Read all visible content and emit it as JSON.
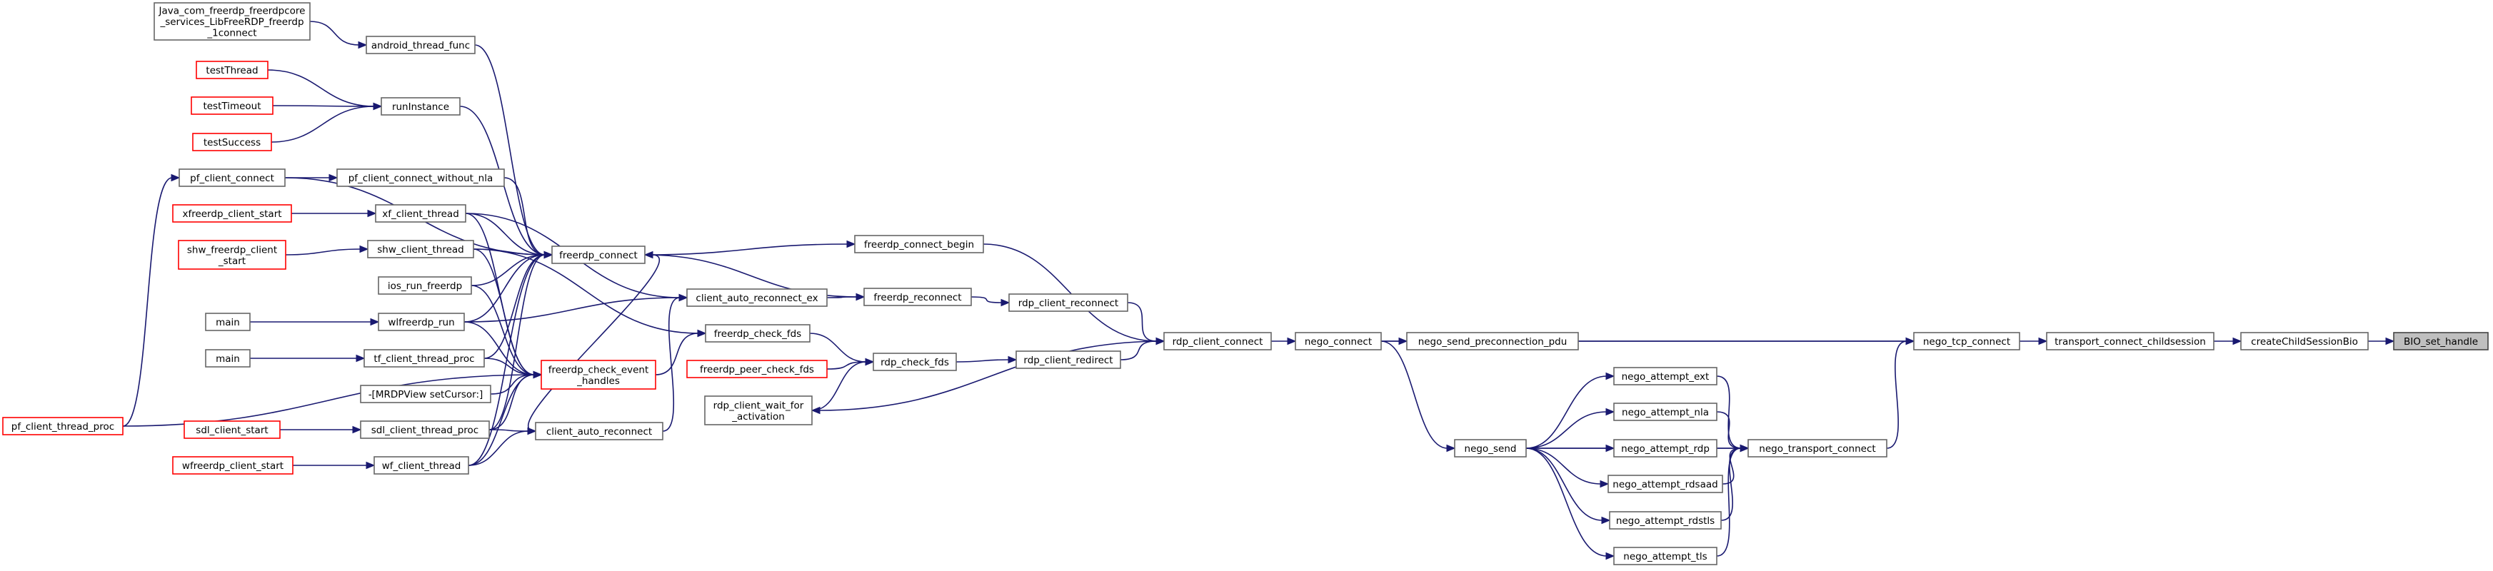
{
  "colors": {
    "edge": "#191970",
    "node_border": "#666666",
    "red_border": "#ff0000",
    "current_fill": "#bfbfbf"
  },
  "nodes": {
    "java_connect": {
      "lines": [
        "Java_com_freerdp_freerdpcore",
        "_services_LibFreeRDP_freerdp",
        "_1connect"
      ]
    },
    "android_thread_func": {
      "lines": [
        "android_thread_func"
      ]
    },
    "testThread": {
      "lines": [
        "testThread"
      ],
      "red": true
    },
    "testTimeout": {
      "lines": [
        "testTimeout"
      ],
      "red": true
    },
    "testSuccess": {
      "lines": [
        "testSuccess"
      ],
      "red": true
    },
    "runInstance": {
      "lines": [
        "runInstance"
      ]
    },
    "pf_client_connect": {
      "lines": [
        "pf_client_connect"
      ]
    },
    "pf_client_connect_without_nla": {
      "lines": [
        "pf_client_connect_without_nla"
      ]
    },
    "xfreerdp_client_start": {
      "lines": [
        "xfreerdp_client_start"
      ],
      "red": true
    },
    "xf_client_thread": {
      "lines": [
        "xf_client_thread"
      ]
    },
    "shw_freerdp_client_start": {
      "lines": [
        "shw_freerdp_client",
        "_start"
      ],
      "red": true
    },
    "shw_client_thread": {
      "lines": [
        "shw_client_thread"
      ]
    },
    "pf_client_thread_proc": {
      "lines": [
        "pf_client_thread_proc"
      ],
      "red": true
    },
    "ios_run_freerdp": {
      "lines": [
        "ios_run_freerdp"
      ]
    },
    "main1": {
      "lines": [
        "main"
      ]
    },
    "wlfreerdp_run": {
      "lines": [
        "wlfreerdp_run"
      ]
    },
    "main2": {
      "lines": [
        "main"
      ]
    },
    "tf_client_thread_proc": {
      "lines": [
        "tf_client_thread_proc"
      ]
    },
    "mrdpview": {
      "lines": [
        "-[MRDPView setCursor:]"
      ]
    },
    "sdl_client_start": {
      "lines": [
        "sdl_client_start"
      ],
      "red": true
    },
    "sdl_client_thread_proc": {
      "lines": [
        "sdl_client_thread_proc"
      ]
    },
    "wfreerdp_client_start": {
      "lines": [
        "wfreerdp_client_start"
      ],
      "red": true
    },
    "wf_client_thread": {
      "lines": [
        "wf_client_thread"
      ]
    },
    "freerdp_connect": {
      "lines": [
        "freerdp_connect"
      ]
    },
    "freerdp_check_event_handles": {
      "lines": [
        "freerdp_check_event",
        "_handles"
      ],
      "red": true
    },
    "client_auto_reconnect": {
      "lines": [
        "client_auto_reconnect"
      ]
    },
    "client_auto_reconnect_ex": {
      "lines": [
        "client_auto_reconnect_ex"
      ]
    },
    "freerdp_check_fds": {
      "lines": [
        "freerdp_check_fds"
      ]
    },
    "freerdp_peer_check_fds": {
      "lines": [
        "freerdp_peer_check_fds"
      ],
      "red": true
    },
    "rdp_client_wait_for_activation": {
      "lines": [
        "rdp_client_wait_for",
        "_activation"
      ]
    },
    "freerdp_connect_begin": {
      "lines": [
        "freerdp_connect_begin"
      ]
    },
    "freerdp_reconnect": {
      "lines": [
        "freerdp_reconnect"
      ]
    },
    "rdp_check_fds": {
      "lines": [
        "rdp_check_fds"
      ]
    },
    "rdp_client_reconnect": {
      "lines": [
        "rdp_client_reconnect"
      ]
    },
    "rdp_client_redirect": {
      "lines": [
        "rdp_client_redirect"
      ]
    },
    "rdp_client_connect": {
      "lines": [
        "rdp_client_connect"
      ]
    },
    "nego_connect": {
      "lines": [
        "nego_connect"
      ]
    },
    "nego_send_preconnection_pdu": {
      "lines": [
        "nego_send_preconnection_pdu"
      ]
    },
    "nego_send": {
      "lines": [
        "nego_send"
      ]
    },
    "nego_attempt_ext": {
      "lines": [
        "nego_attempt_ext"
      ]
    },
    "nego_attempt_nla": {
      "lines": [
        "nego_attempt_nla"
      ]
    },
    "nego_attempt_rdp": {
      "lines": [
        "nego_attempt_rdp"
      ]
    },
    "nego_attempt_rdsaad": {
      "lines": [
        "nego_attempt_rdsaad"
      ]
    },
    "nego_attempt_rdstls": {
      "lines": [
        "nego_attempt_rdstls"
      ]
    },
    "nego_attempt_tls": {
      "lines": [
        "nego_attempt_tls"
      ]
    },
    "nego_transport_connect": {
      "lines": [
        "nego_transport_connect"
      ]
    },
    "nego_tcp_connect": {
      "lines": [
        "nego_tcp_connect"
      ]
    },
    "transport_connect_childsession": {
      "lines": [
        "transport_connect_childsession"
      ]
    },
    "createChildSessionBio": {
      "lines": [
        "createChildSessionBio"
      ]
    },
    "BIO_set_handle": {
      "lines": [
        "BIO_set_handle"
      ],
      "current": true
    }
  },
  "edges": [
    [
      "java_connect",
      "android_thread_func"
    ],
    [
      "testThread",
      "runInstance"
    ],
    [
      "testTimeout",
      "runInstance"
    ],
    [
      "testSuccess",
      "runInstance"
    ],
    [
      "pf_client_connect",
      "pf_client_connect_without_nla"
    ],
    [
      "xfreerdp_client_start",
      "xf_client_thread"
    ],
    [
      "shw_freerdp_client_start",
      "shw_client_thread"
    ],
    [
      "pf_client_thread_proc",
      "pf_client_connect"
    ],
    [
      "pf_client_thread_proc",
      "freerdp_check_event_handles"
    ],
    [
      "main1",
      "wlfreerdp_run"
    ],
    [
      "main2",
      "tf_client_thread_proc"
    ],
    [
      "sdl_client_start",
      "sdl_client_thread_proc"
    ],
    [
      "wfreerdp_client_start",
      "wf_client_thread"
    ],
    [
      "android_thread_func",
      "freerdp_connect"
    ],
    [
      "runInstance",
      "freerdp_connect"
    ],
    [
      "pf_client_connect",
      "freerdp_connect"
    ],
    [
      "pf_client_connect_without_nla",
      "freerdp_connect"
    ],
    [
      "xf_client_thread",
      "freerdp_connect"
    ],
    [
      "shw_client_thread",
      "freerdp_connect"
    ],
    [
      "ios_run_freerdp",
      "freerdp_connect"
    ],
    [
      "wlfreerdp_run",
      "freerdp_connect"
    ],
    [
      "tf_client_thread_proc",
      "freerdp_connect"
    ],
    [
      "sdl_client_thread_proc",
      "freerdp_connect"
    ],
    [
      "wf_client_thread",
      "freerdp_connect"
    ],
    [
      "client_auto_reconnect",
      "freerdp_connect"
    ],
    [
      "xf_client_thread",
      "freerdp_check_event_handles"
    ],
    [
      "shw_client_thread",
      "freerdp_check_event_handles"
    ],
    [
      "ios_run_freerdp",
      "freerdp_check_event_handles"
    ],
    [
      "wlfreerdp_run",
      "freerdp_check_event_handles"
    ],
    [
      "tf_client_thread_proc",
      "freerdp_check_event_handles"
    ],
    [
      "mrdpview",
      "freerdp_check_event_handles"
    ],
    [
      "sdl_client_thread_proc",
      "freerdp_check_event_handles"
    ],
    [
      "wf_client_thread",
      "freerdp_check_event_handles"
    ],
    [
      "xf_client_thread",
      "client_auto_reconnect_ex"
    ],
    [
      "wlfreerdp_run",
      "client_auto_reconnect_ex"
    ],
    [
      "shw_client_thread",
      "freerdp_check_fds"
    ],
    [
      "sdl_client_thread_proc",
      "client_auto_reconnect"
    ],
    [
      "wf_client_thread",
      "client_auto_reconnect"
    ],
    [
      "client_auto_reconnect",
      "client_auto_reconnect_ex"
    ],
    [
      "freerdp_connect",
      "freerdp_connect_begin"
    ],
    [
      "freerdp_connect",
      "freerdp_reconnect"
    ],
    [
      "client_auto_reconnect_ex",
      "freerdp_reconnect"
    ],
    [
      "freerdp_check_event_handles",
      "freerdp_check_fds"
    ],
    [
      "freerdp_check_fds",
      "rdp_check_fds"
    ],
    [
      "freerdp_peer_check_fds",
      "rdp_check_fds"
    ],
    [
      "rdp_client_wait_for_activation",
      "rdp_check_fds"
    ],
    [
      "freerdp_reconnect",
      "rdp_client_reconnect"
    ],
    [
      "rdp_check_fds",
      "rdp_client_redirect"
    ],
    [
      "freerdp_connect_begin",
      "rdp_client_connect"
    ],
    [
      "rdp_client_reconnect",
      "rdp_client_connect"
    ],
    [
      "rdp_client_redirect",
      "rdp_client_connect"
    ],
    [
      "rdp_client_connect",
      "rdp_client_wait_for_activation"
    ],
    [
      "rdp_client_connect",
      "nego_connect"
    ],
    [
      "nego_connect",
      "nego_send_preconnection_pdu"
    ],
    [
      "nego_connect",
      "nego_send"
    ],
    [
      "nego_connect",
      "nego_tcp_connect"
    ],
    [
      "nego_send",
      "nego_attempt_ext"
    ],
    [
      "nego_send",
      "nego_attempt_nla"
    ],
    [
      "nego_send",
      "nego_attempt_rdp"
    ],
    [
      "nego_send",
      "nego_attempt_rdsaad"
    ],
    [
      "nego_send",
      "nego_attempt_rdstls"
    ],
    [
      "nego_send",
      "nego_attempt_tls"
    ],
    [
      "nego_send",
      "nego_transport_connect"
    ],
    [
      "nego_attempt_ext",
      "nego_transport_connect"
    ],
    [
      "nego_attempt_nla",
      "nego_transport_connect"
    ],
    [
      "nego_attempt_rdp",
      "nego_transport_connect"
    ],
    [
      "nego_attempt_rdsaad",
      "nego_transport_connect"
    ],
    [
      "nego_attempt_rdstls",
      "nego_transport_connect"
    ],
    [
      "nego_attempt_tls",
      "nego_transport_connect"
    ],
    [
      "nego_send_preconnection_pdu",
      "nego_tcp_connect"
    ],
    [
      "nego_transport_connect",
      "nego_tcp_connect"
    ],
    [
      "nego_tcp_connect",
      "transport_connect_childsession"
    ],
    [
      "transport_connect_childsession",
      "createChildSessionBio"
    ],
    [
      "createChildSessionBio",
      "BIO_set_handle"
    ]
  ]
}
